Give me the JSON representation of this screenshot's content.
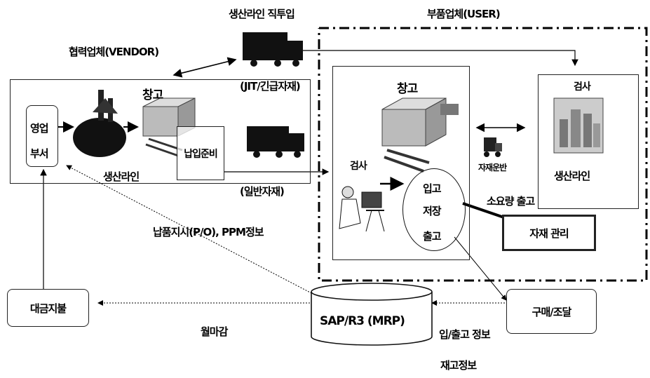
{
  "labels": {
    "vendor": "협력업체(VENDOR)",
    "direct_input": "생산라인 직투입",
    "jit": "(JIT/긴급자재)",
    "user": "부품업체(USER)",
    "sales_dept_top": "영업",
    "sales_dept_bottom": "부서",
    "warehouse_vendor": "창고",
    "delivery_prep": "납입준비",
    "prod_line_vendor": "생산라인",
    "general_material": "(일반자재)",
    "warehouse_user": "창고",
    "inspection_user": "검사",
    "material_transport": "자재운반",
    "inspection_prod": "검사",
    "prod_line_user": "생산라인",
    "small_qty_issue": "소요량 출고",
    "receive": "입고",
    "store": "저장",
    "issue": "출고",
    "material_mgmt": "자재 관리",
    "delivery_instruction": "납품지시(P/O), PPM정보",
    "payment": "대금지불",
    "monthly_close": "월마감",
    "sap": "SAP/R3 (MRP)",
    "purchase": "구매/조달",
    "io_info": "입/출고 정보",
    "inventory_info": "재고정보"
  }
}
